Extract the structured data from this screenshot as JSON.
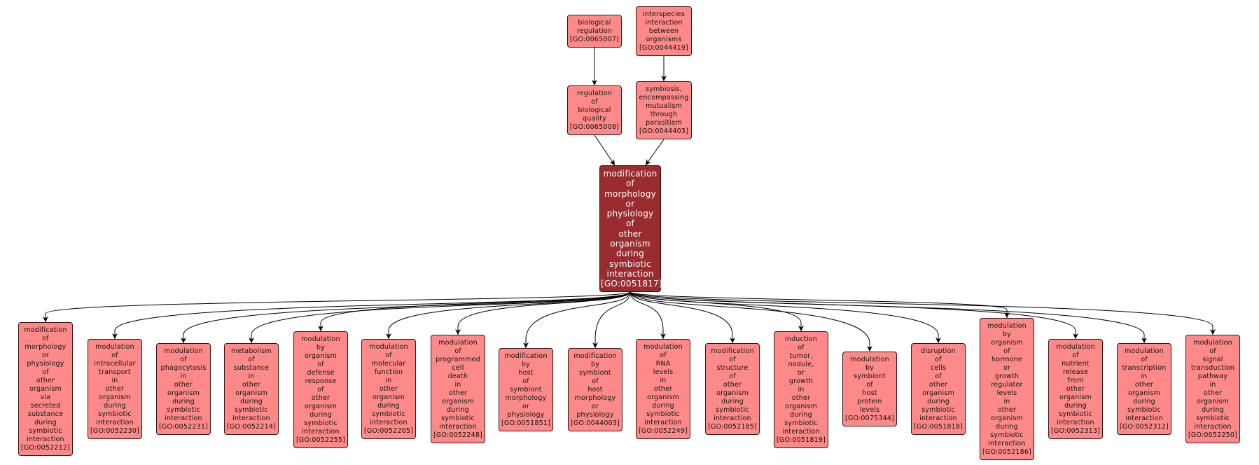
{
  "colors": {
    "term": "#fd8a89",
    "focus": "#9a2b2f",
    "edge": "#000000"
  },
  "focus": {
    "label": "modification\nof\nmorphology\nor\nphysiology\nof\nother\norganism\nduring\nsymbiotic\ninteraction\n[GO:0051817]"
  },
  "parents": [
    {
      "label": "biological\nregulation\n[GO:0065007]"
    },
    {
      "label": "interspecies\ninteraction\nbetween\norganisms\n[GO:0044419]"
    },
    {
      "label": "regulation\nof\nbiological\nquality\n[GO:0065008]"
    },
    {
      "label": "symbiosis,\nencompassing\nmutualism\nthrough\nparasitism\n[GO:0044403]"
    }
  ],
  "children": [
    {
      "label": "modification\nof\nmorphology\nor\nphysiology\nof\nother\norganism\nvia\nsecreted\nsubstance\nduring\nsymbiotic\ninteraction\n[GO:0052212]"
    },
    {
      "label": "modulation\nof\nintracellular\ntransport\nin\nother\norganism\nduring\nsymbiotic\ninteraction\n[GO:0052230]"
    },
    {
      "label": "modulation\nof\nphagocytosis\nin\nother\norganism\nduring\nsymbiotic\ninteraction\n[GO:0052231]"
    },
    {
      "label": "metabolism\nof\nsubstance\nin\nother\norganism\nduring\nsymbiotic\ninteraction\n[GO:0052214]"
    },
    {
      "label": "modulation\nby\norganism\nof\ndefense\nresponse\nof\nother\norganism\nduring\nsymbiotic\ninteraction\n[GO:0052255]"
    },
    {
      "label": "modulation\nof\nmolecular\nfunction\nin\nother\norganism\nduring\nsymbiotic\ninteraction\n[GO:0052205]"
    },
    {
      "label": "modulation\nof\nprogrammed\ncell\ndeath\nin\nother\norganism\nduring\nsymbiotic\ninteraction\n[GO:0052248]"
    },
    {
      "label": "modification\nby\nhost\nof\nsymbiont\nmorphology\nor\nphysiology\n[GO:0051851]"
    },
    {
      "label": "modification\nby\nsymbiont\nof\nhost\nmorphology\nor\nphysiology\n[GO:0044003]"
    },
    {
      "label": "modulation\nof\nRNA\nlevels\nin\nother\norganism\nduring\nsymbiotic\ninteraction\n[GO:0052249]"
    },
    {
      "label": "modification\nof\nstructure\nof\nother\norganism\nduring\nsymbiotic\ninteraction\n[GO:0052185]"
    },
    {
      "label": "induction\nof\ntumor,\nnodule,\nor\ngrowth\nin\nother\norganism\nduring\nsymbiotic\ninteraction\n[GO:0051819]"
    },
    {
      "label": "modulation\nby\nsymbiont\nof\nhost\nprotein\nlevels\n[GO:0075344]"
    },
    {
      "label": "disruption\nof\ncells\nof\nother\norganism\nduring\nsymbiotic\ninteraction\n[GO:0051818]"
    },
    {
      "label": "modulation\nby\norganism\nof\nhormone\nor\ngrowth\nregulator\nlevels\nin\nother\norganism\nduring\nsymbiotic\ninteraction\n[GO:0052186]"
    },
    {
      "label": "modulation\nof\nnutrient\nrelease\nfrom\nother\norganism\nduring\nsymbiotic\ninteraction\n[GO:0052313]"
    },
    {
      "label": "modulation\nof\ntranscription\nin\nother\norganism\nduring\nsymbiotic\ninteraction\n[GO:0052312]"
    },
    {
      "label": "modulation\nof\nsignal\ntransduction\npathway\nin\nother\norganism\nduring\nsymbiotic\ninteraction\n[GO:0052250]"
    }
  ]
}
